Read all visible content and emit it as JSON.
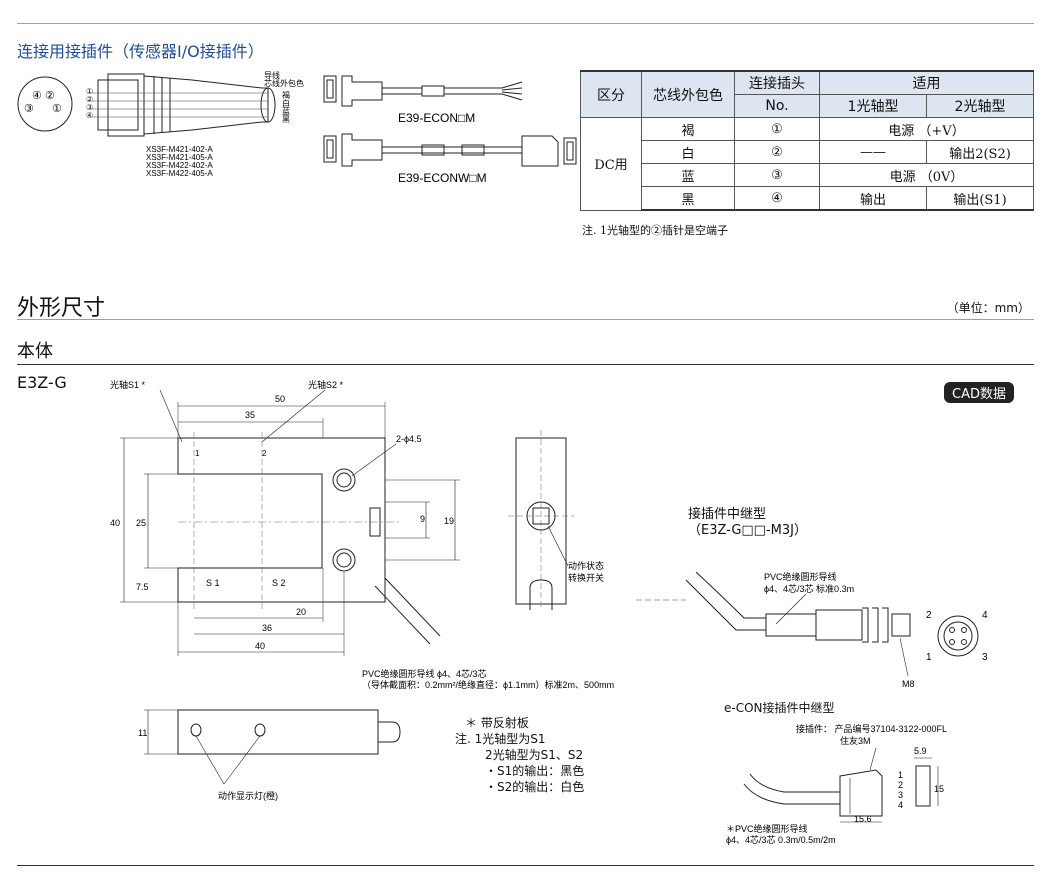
{
  "connector_section": {
    "title": "连接用接插件（传感器I/O接插件）",
    "left_diagram": {
      "pins_face": [
        "④",
        "②",
        "③",
        "①"
      ],
      "pins_side": [
        "①",
        "②",
        "③",
        "④"
      ],
      "wire_label_1": "导线",
      "wire_label_2": "芯线外包色",
      "wire_colors": [
        "褐",
        "白",
        "蓝",
        "黑"
      ],
      "models": [
        "XS3F-M421-402-A",
        "XS3F-M421-405-A",
        "XS3F-M422-402-A",
        "XS3F-M422-405-A"
      ]
    },
    "econ": {
      "label_1": "E39-ECON□M",
      "label_2": "E39-ECONW□M"
    },
    "table": {
      "headers": {
        "category": "区分",
        "wire_color": "芯线外包色",
        "connector": "连接插头",
        "no": "No.",
        "apply": "适用",
        "one_axis": "1光轴型",
        "two_axis": "2光轴型"
      },
      "category_value": "DC用",
      "rows": [
        {
          "color": "褐",
          "no": "①",
          "merged": "电源 （+V）"
        },
        {
          "color": "白",
          "no": "②",
          "one": "——",
          "two": "输出2(S2)"
        },
        {
          "color": "蓝",
          "no": "③",
          "merged": "电源 （0V）"
        },
        {
          "color": "黑",
          "no": "④",
          "one": "输出",
          "two": "输出(S1)"
        }
      ],
      "note": "注. 1光轴型的②插针是空端子"
    }
  },
  "outline_section": {
    "title": "外形尺寸",
    "unit": "（单位：mm）",
    "subtitle": "本体",
    "model": "E3Z-G",
    "cad_button": "CAD数据"
  },
  "front_view": {
    "axis_s1": "光轴S1 *",
    "axis_s2": "光轴S2 *",
    "dim_50": "50",
    "dim_35": "35",
    "dim_40": "40",
    "dim_25": "25",
    "dim_7_5": "7.5",
    "hole": "2-ϕ4.5",
    "dim_9": "9",
    "dim_19": "19",
    "dim_20": "20",
    "dim_36": "36",
    "dim_40b": "40",
    "s1": "S 1",
    "s2": "S 2",
    "mark_1": "1",
    "mark_2": "2",
    "cable_note_1": "PVC绝缘圆形导线 ϕ4、4芯/3芯",
    "cable_note_2": "（导体截面积：0.2mm²/绝缘直径：ϕ1.1mm）标准2m、500mm"
  },
  "side_view": {
    "switch_label_1": "动作状态",
    "switch_label_2": "转换开关"
  },
  "bottom_view": {
    "dim_11": "11",
    "led_label": "动作显示灯(橙)"
  },
  "notes": {
    "star": "＊ 带反射板",
    "n1": "注. 1光轴型为S1",
    "n2": "2光轴型为S1、S2",
    "n3": "・S1的输出：黑色",
    "n4": "・S2的输出：白色"
  },
  "relay_connector": {
    "title_1": "接插件中继型",
    "title_2": "（E3Z-G□□-M3J）",
    "cable_1": "PVC绝缘圆形导线",
    "cable_2": "ϕ4、4芯/3芯 标准0.3m",
    "m8": "M8",
    "pins": [
      "2",
      "4",
      "1",
      "3"
    ]
  },
  "econ_relay": {
    "title": "e-CON接插件中继型",
    "connector_1": "接插件： 产品编号37104-3122-000FL",
    "connector_2": "住友3M",
    "dim_5_9": "5.9",
    "dim_15": "15",
    "dim_15_6": "15.6",
    "pins": [
      "1",
      "2",
      "3",
      "4"
    ],
    "cable_1": "＊PVC绝缘圆形导线",
    "cable_2": "ϕ4、4芯/3芯 0.3m/0.5m/2m"
  }
}
